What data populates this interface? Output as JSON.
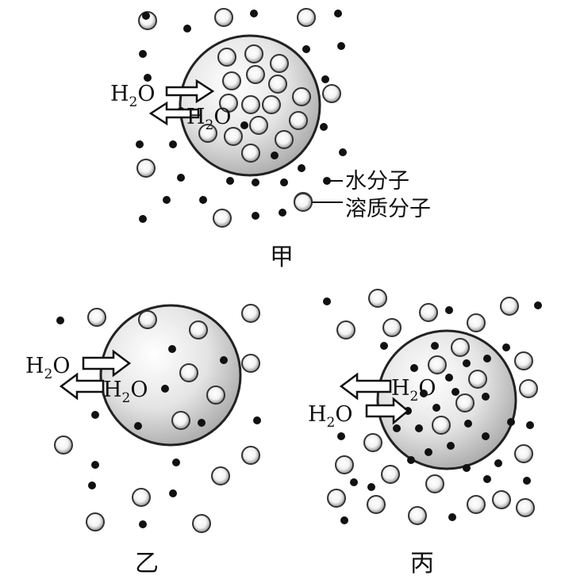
{
  "legend": {
    "water_molecule": "水分子",
    "solute_molecule": "溶质分子"
  },
  "molecule": {
    "h": "H",
    "sub": "2",
    "o": "O"
  },
  "panels": [
    {
      "id": "jia",
      "caption": "甲"
    },
    {
      "id": "yi",
      "caption": "乙"
    },
    {
      "id": "bing",
      "caption": "丙"
    }
  ]
}
